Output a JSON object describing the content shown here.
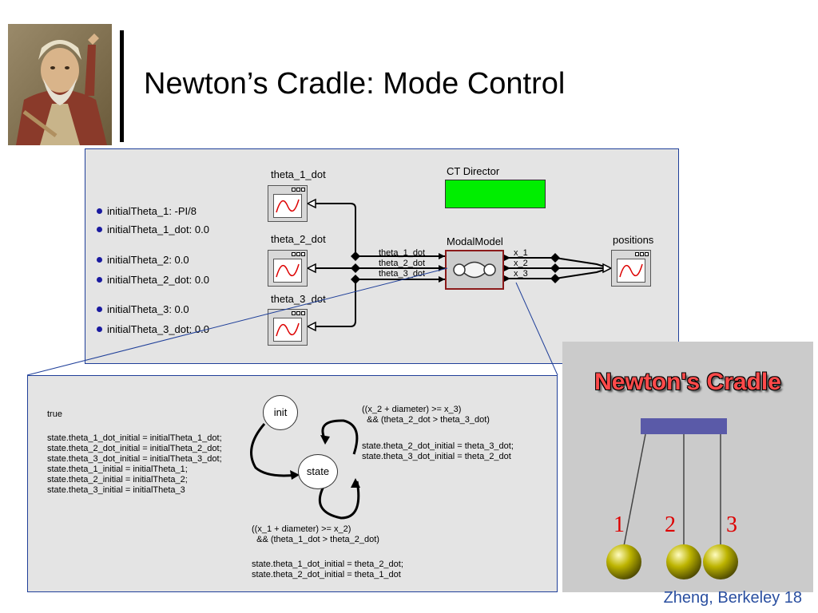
{
  "slide": {
    "title": "Newton’s Cradle: Mode Control",
    "footer": "Zheng, Berkeley 18"
  },
  "model": {
    "parameters": [
      "initialTheta_1: -PI/8",
      "initialTheta_1_dot: 0.0",
      "initialTheta_2: 0.0",
      "initialTheta_2_dot: 0.0",
      "initialTheta_3: 0.0",
      "initialTheta_3_dot: 0.0"
    ],
    "plotters": [
      "theta_1_dot",
      "theta_2_dot",
      "theta_3_dot"
    ],
    "director": "CT Director",
    "modal_model": "ModalModel",
    "output_plotter": "positions",
    "input_ports": [
      "theta_1_dot",
      "theta_2_dot",
      "theta_3_dot"
    ],
    "output_ports": [
      "x_1",
      "x_2",
      "x_3"
    ],
    "director_color": "#00ee00"
  },
  "fsm": {
    "states": [
      "init",
      "state"
    ],
    "init_guard": "true",
    "init_actions": "state.theta_1_dot_initial = initialTheta_1_dot;\nstate.theta_2_dot_initial = initialTheta_2_dot;\nstate.theta_3_dot_initial = initialTheta_3_dot;\nstate.theta_1_initial = initialTheta_1;\nstate.theta_2_initial = initialTheta_2;\nstate.theta_3_initial = initialTheta_3",
    "top_guard": "((x_2 + diameter) >= x_3)\n  && (theta_2_dot > theta_3_dot)",
    "top_actions": "state.theta_2_dot_initial = theta_3_dot;\nstate.theta_3_dot_initial = theta_2_dot",
    "bottom_guard": "((x_1 + diameter) >= x_2)\n  && (theta_1_dot > theta_2_dot)",
    "bottom_actions": "state.theta_1_dot_initial = theta_2_dot;\nstate.theta_2_dot_initial = theta_1_dot"
  },
  "cradle": {
    "title": "Newton's Cradle",
    "labels": [
      "1",
      "2",
      "3"
    ],
    "title_color": "#ff4a4a",
    "label_color": "#dd0000",
    "bar_color": "#5a5aa8"
  },
  "icons": {
    "portrait": "portrait-image",
    "plotter": "plot-window-icon",
    "modal": "modal-model-icon"
  }
}
